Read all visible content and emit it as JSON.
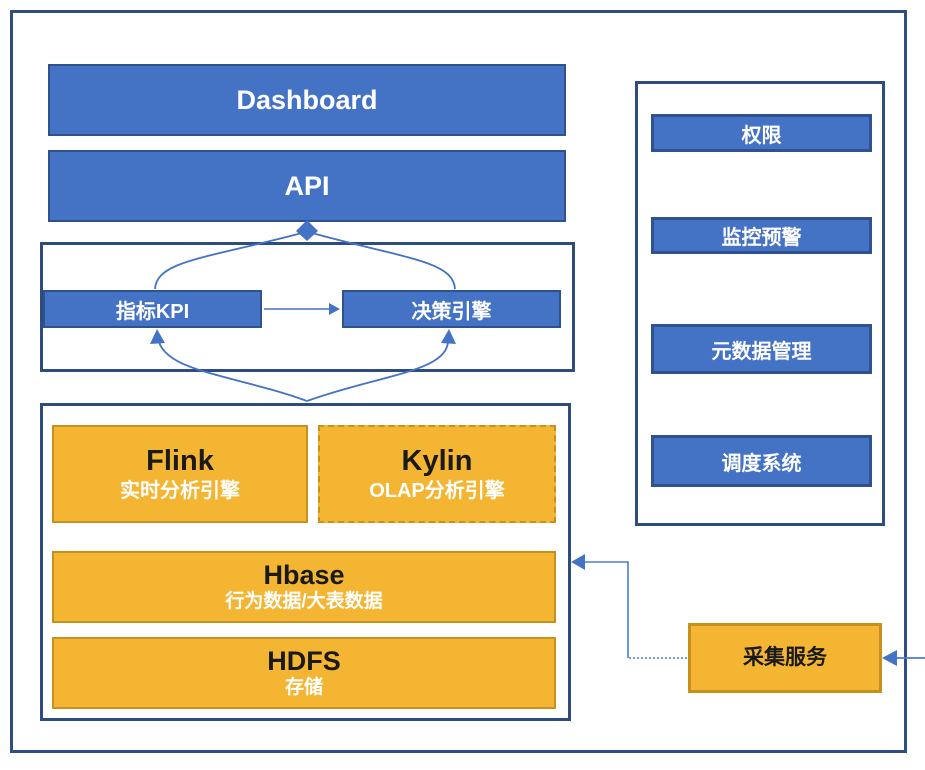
{
  "colors": {
    "blue_fill": "#4472C4",
    "blue_border": "#2F528F",
    "navy_border": "#2E4D80",
    "orange_fill": "#F4B532",
    "orange_border": "#C6911C",
    "connector": "#4472C4",
    "text_on_blue": "#FFFFFF",
    "orange_title_text": "#1A1A1A",
    "orange_subtitle_text": "#FFFFFF"
  },
  "top_stack": {
    "dashboard": {
      "label": "Dashboard"
    },
    "api": {
      "label": "API"
    }
  },
  "kpi_section": {
    "kpi": {
      "label": "指标KPI"
    },
    "decision_engine": {
      "label": "决策引擎"
    }
  },
  "analytics_section": {
    "flink": {
      "title": "Flink",
      "subtitle": "实时分析引擎"
    },
    "kylin": {
      "title": "Kylin",
      "subtitle": "OLAP分析引擎"
    },
    "hbase": {
      "title": "Hbase",
      "subtitle": "行为数据/大表数据"
    },
    "hdfs": {
      "title": "HDFS",
      "subtitle": "存储"
    }
  },
  "right_panel": {
    "items": [
      {
        "label": "权限"
      },
      {
        "label": "监控预警"
      },
      {
        "label": "元数据管理"
      },
      {
        "label": "调度系统"
      }
    ]
  },
  "collect_service": {
    "label": "采集服务"
  }
}
